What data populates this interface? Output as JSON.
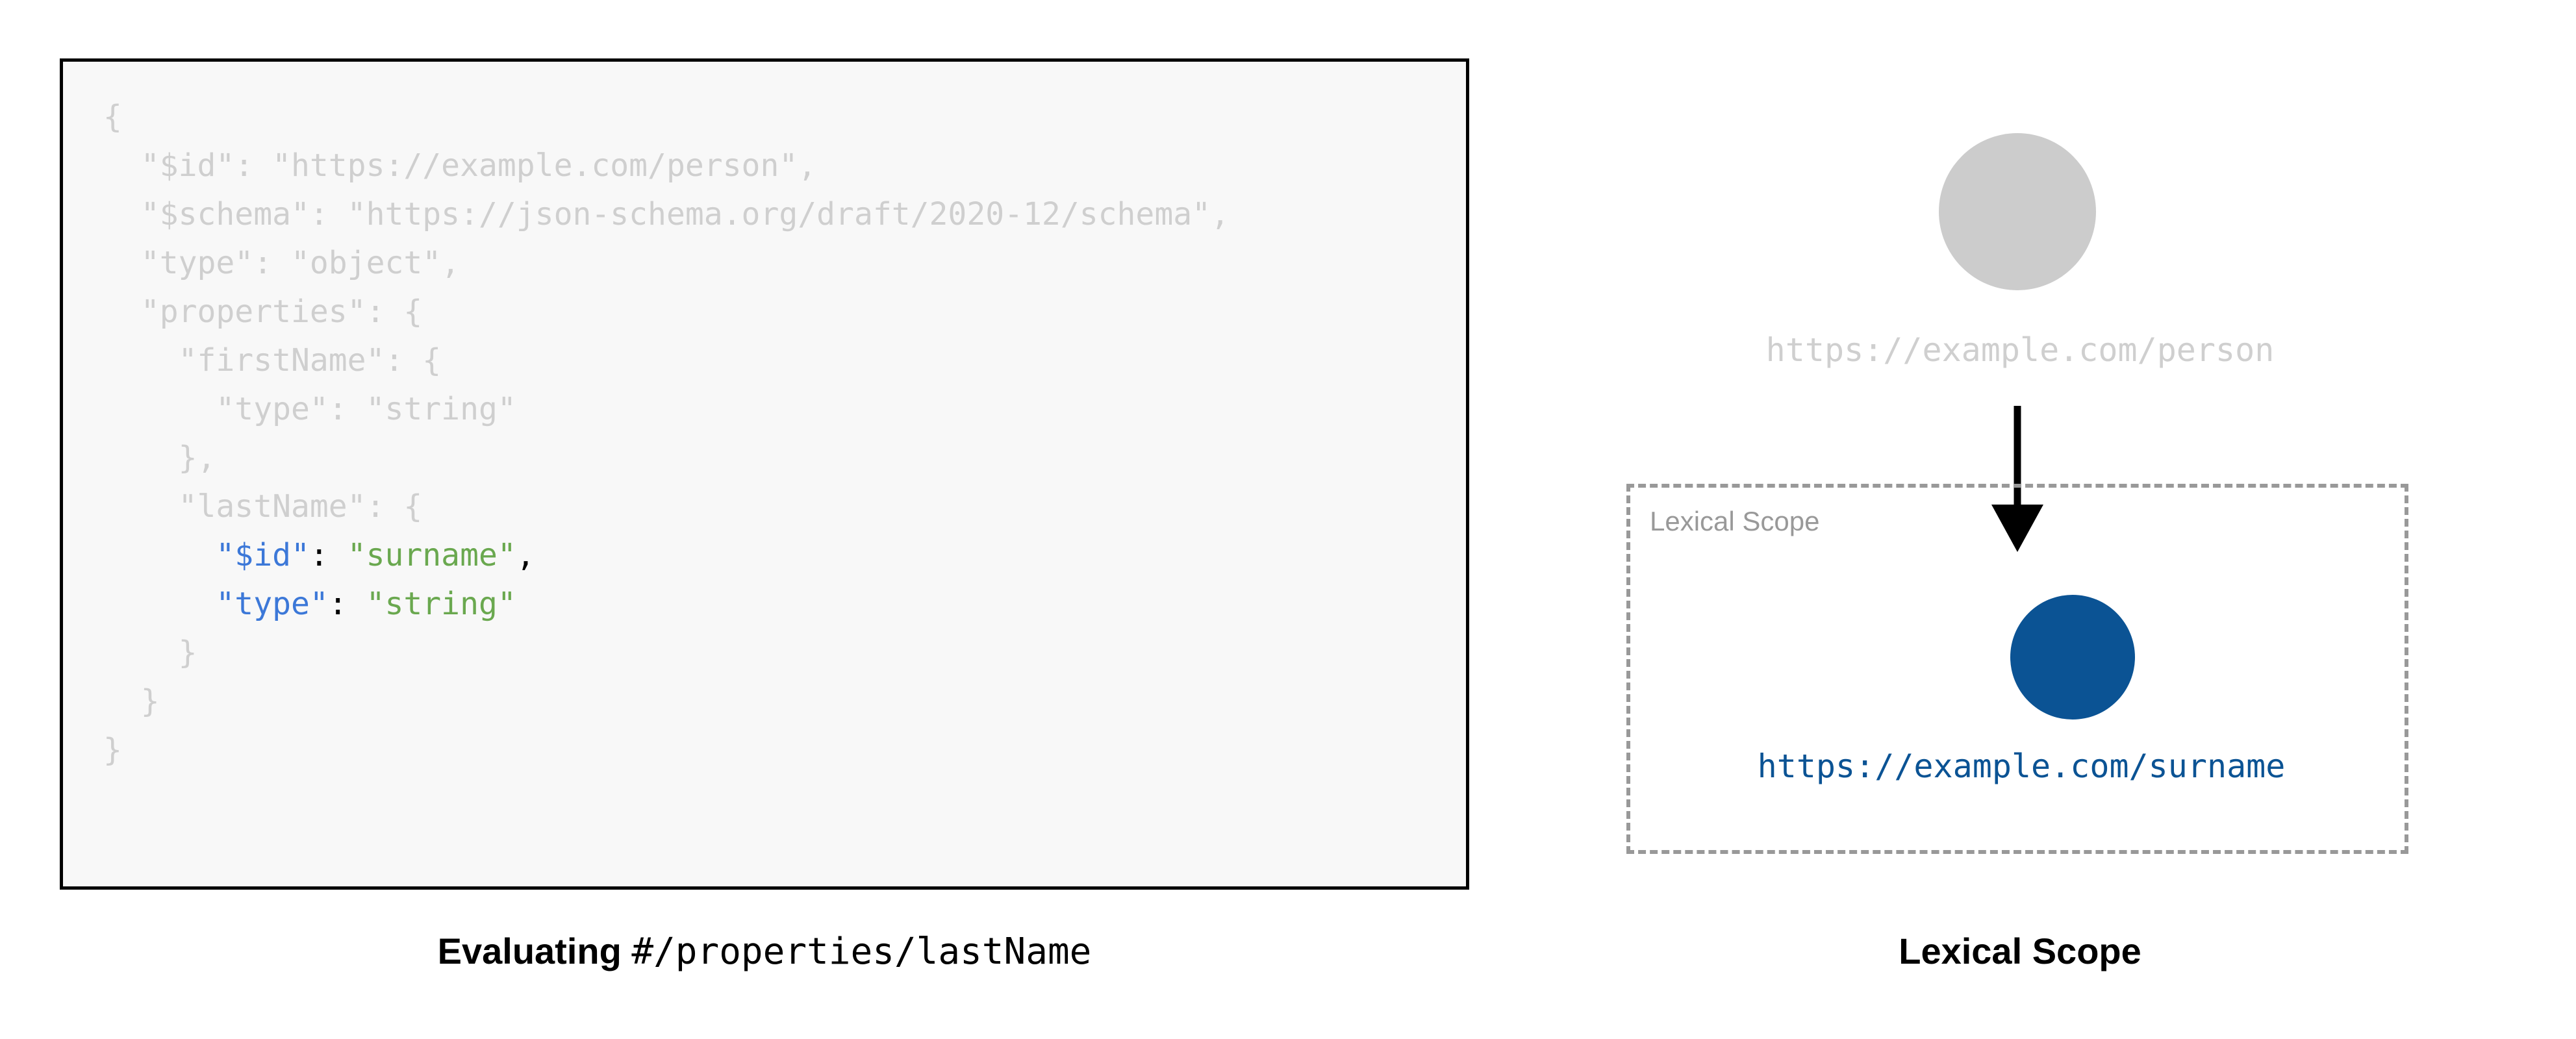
{
  "left_panel": {
    "code_lines": [
      [
        {
          "t": "{",
          "c": "dim"
        }
      ],
      [
        {
          "t": "  \"$id\": \"https://example.com/person\",",
          "c": "dim"
        }
      ],
      [
        {
          "t": "  \"$schema\": \"https://json-schema.org/draft/2020-12/schema\",",
          "c": "dim"
        }
      ],
      [
        {
          "t": "  \"type\": \"object\",",
          "c": "dim"
        }
      ],
      [
        {
          "t": "  \"properties\": {",
          "c": "dim"
        }
      ],
      [
        {
          "t": "    \"firstName\": {",
          "c": "dim"
        }
      ],
      [
        {
          "t": "      \"type\": \"string\"",
          "c": "dim"
        }
      ],
      [
        {
          "t": "    },",
          "c": "dim"
        }
      ],
      [
        {
          "t": "    \"lastName\": {",
          "c": "dim"
        }
      ],
      [
        {
          "t": "      ",
          "c": "dim"
        },
        {
          "t": "\"$id\"",
          "c": "key"
        },
        {
          "t": ": ",
          "c": "punct"
        },
        {
          "t": "\"surname\"",
          "c": "str"
        },
        {
          "t": ",",
          "c": "punct"
        }
      ],
      [
        {
          "t": "      ",
          "c": "dim"
        },
        {
          "t": "\"type\"",
          "c": "key"
        },
        {
          "t": ": ",
          "c": "punct"
        },
        {
          "t": "\"string\"",
          "c": "str"
        }
      ],
      [
        {
          "t": "    }",
          "c": "dim"
        }
      ],
      [
        {
          "t": "  }",
          "c": "dim"
        }
      ],
      [
        {
          "t": "}",
          "c": "dim"
        }
      ]
    ],
    "caption_bold": "Evaluating",
    "caption_mono": "#/properties/lastName"
  },
  "right_panel": {
    "root_node": {
      "label": "https://example.com/person",
      "color": "#cccccc",
      "label_color": "#cfcfcf"
    },
    "arrow": {
      "name": "downward-arrow",
      "color": "#000000"
    },
    "lexical_scope": {
      "box_label": "Lexical Scope",
      "box_border_color": "#999999",
      "child_node": {
        "label": "https://example.com/surname",
        "color": "#0b5394",
        "label_color": "#0b5394"
      }
    },
    "caption": "Lexical Scope"
  },
  "colors": {
    "code_dim": "#cfcfcf",
    "code_key": "#3c78d8",
    "code_string": "#6aa84f",
    "code_punct": "#000000",
    "panel_background": "#f8f8f8",
    "panel_border": "#000000",
    "accent_blue": "#0b5394",
    "muted_gray": "#999999"
  }
}
